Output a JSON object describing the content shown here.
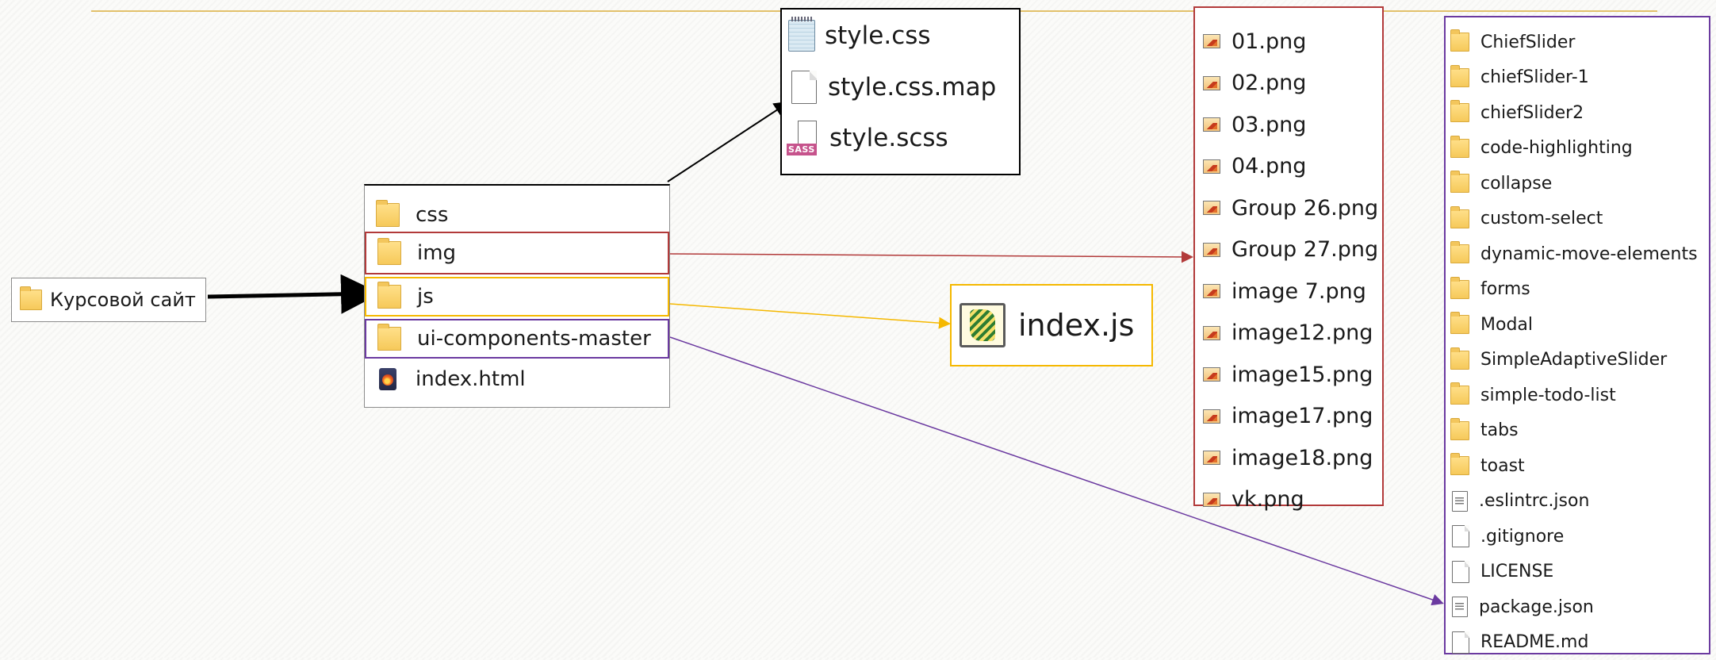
{
  "root": {
    "label": "Курсовой сайт",
    "icon": "folder-icon"
  },
  "project_folder": {
    "items": [
      {
        "label": "css",
        "icon": "folder-icon"
      },
      {
        "label": "img",
        "icon": "folder-icon"
      },
      {
        "label": "js",
        "icon": "folder-icon"
      },
      {
        "label": "ui-components-master",
        "icon": "folder-icon"
      },
      {
        "label": "index.html",
        "icon": "html-file-icon"
      }
    ]
  },
  "css_folder": {
    "items": [
      {
        "label": "style.css",
        "icon": "css-file-icon"
      },
      {
        "label": "style.css.map",
        "icon": "blank-file-icon"
      },
      {
        "label": "style.scss",
        "icon": "sass-file-icon"
      }
    ]
  },
  "img_folder": {
    "items": [
      {
        "label": "01.png"
      },
      {
        "label": "02.png"
      },
      {
        "label": "03.png"
      },
      {
        "label": "04.png"
      },
      {
        "label": "Group 26.png"
      },
      {
        "label": "Group 27.png"
      },
      {
        "label": "image 7.png"
      },
      {
        "label": "image12.png"
      },
      {
        "label": "image15.png"
      },
      {
        "label": "image17.png"
      },
      {
        "label": "image18.png"
      },
      {
        "label": "vk.png"
      }
    ]
  },
  "js_folder": {
    "items": [
      {
        "label": "index.js",
        "icon": "js-file-icon"
      }
    ]
  },
  "ui_components_folder": {
    "items": [
      {
        "label": "ChiefSlider",
        "icon": "folder-icon"
      },
      {
        "label": "chiefSlider-1",
        "icon": "folder-icon"
      },
      {
        "label": "chiefSlider2",
        "icon": "folder-icon"
      },
      {
        "label": "code-highlighting",
        "icon": "folder-icon"
      },
      {
        "label": "collapse",
        "icon": "folder-icon"
      },
      {
        "label": "custom-select",
        "icon": "folder-icon"
      },
      {
        "label": "dynamic-move-elements",
        "icon": "folder-icon"
      },
      {
        "label": "forms",
        "icon": "folder-icon"
      },
      {
        "label": "Modal",
        "icon": "folder-icon"
      },
      {
        "label": "SimpleAdaptiveSlider",
        "icon": "folder-icon"
      },
      {
        "label": "simple-todo-list",
        "icon": "folder-icon"
      },
      {
        "label": "tabs",
        "icon": "folder-icon"
      },
      {
        "label": "toast",
        "icon": "folder-icon"
      },
      {
        "label": ".eslintrc.json",
        "icon": "config-file-icon"
      },
      {
        "label": ".gitignore",
        "icon": "blank-file-icon"
      },
      {
        "label": "LICENSE",
        "icon": "blank-file-icon"
      },
      {
        "label": "package.json",
        "icon": "config-file-icon"
      },
      {
        "label": "README.md",
        "icon": "blank-file-icon"
      }
    ]
  },
  "colors": {
    "accent_line": "#e2c16b",
    "css_arrow": "#000000",
    "img_highlight": "#b23a3a",
    "js_highlight": "#f5b800",
    "ui_highlight": "#6b3aa0",
    "box_border": "#8c8c8c"
  }
}
